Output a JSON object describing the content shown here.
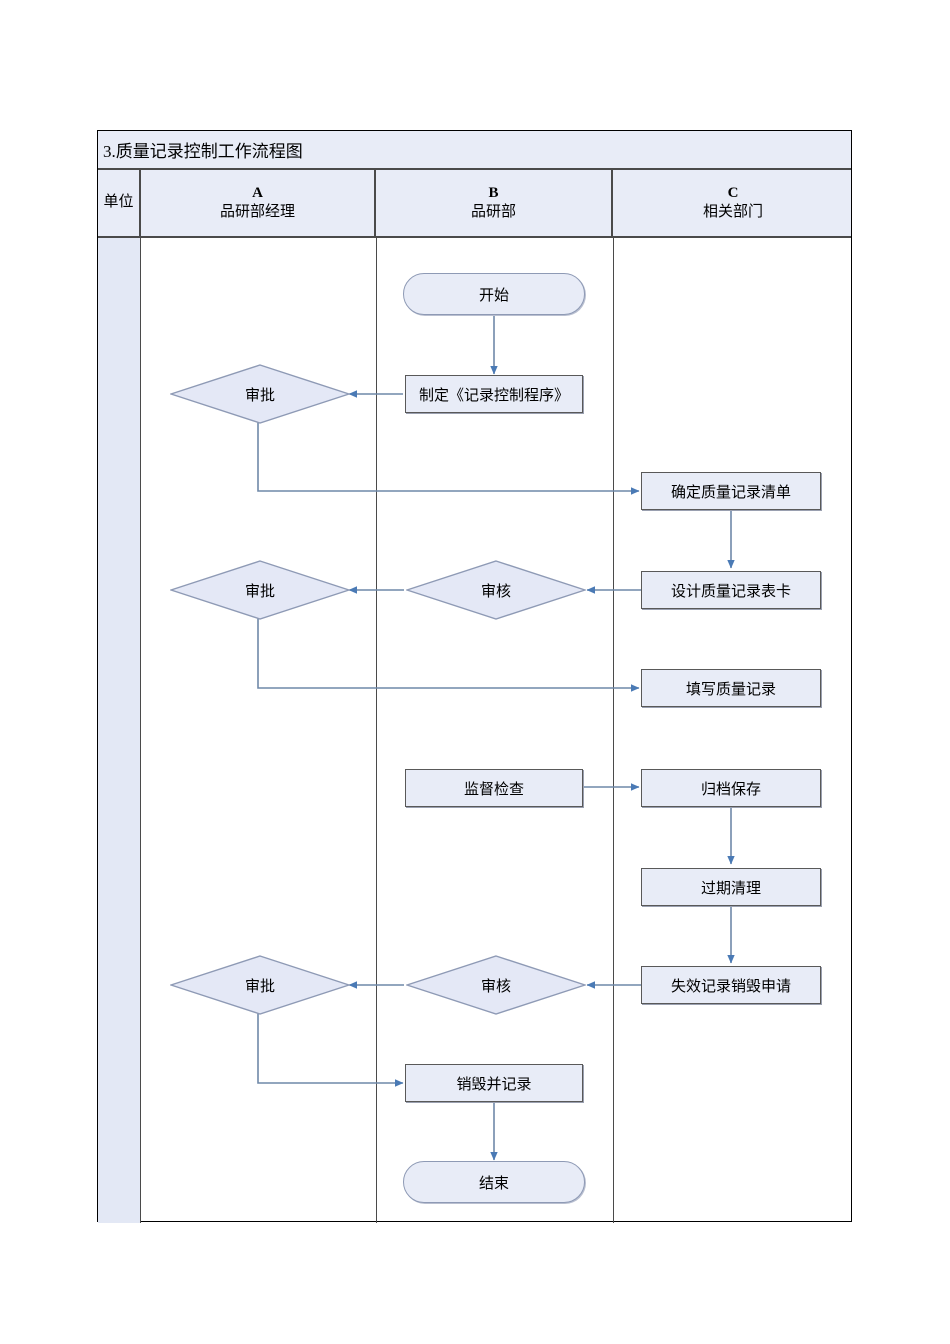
{
  "document": {
    "title": "3.质量记录控制工作流程图"
  },
  "table": {
    "unit_header": "单位",
    "columns": [
      {
        "code": "A",
        "name": "品研部经理"
      },
      {
        "code": "B",
        "name": "品研部"
      },
      {
        "code": "C",
        "name": "相关部门"
      }
    ]
  },
  "colors": {
    "shape_fill": "#e8ecf7",
    "shape_border": "#595959",
    "terminator_border": "#8e9ab5",
    "connector": "#6f88a8",
    "header_fill": "#e8ecf7",
    "unit_fill": "#e3e8f5",
    "table_border": "#4a4a4a"
  },
  "chart_data": {
    "type": "diagram",
    "title": "3.质量记录控制工作流程图",
    "lanes": [
      {
        "id": "A",
        "code": "A",
        "label": "品研部经理"
      },
      {
        "id": "B",
        "code": "B",
        "label": "品研部"
      },
      {
        "id": "C",
        "code": "C",
        "label": "相关部门"
      }
    ],
    "nodes": [
      {
        "id": "n1",
        "lane": "B",
        "shape": "terminator",
        "label": "开始"
      },
      {
        "id": "n2",
        "lane": "B",
        "shape": "process",
        "label": "制定《记录控制程序》"
      },
      {
        "id": "n3",
        "lane": "A",
        "shape": "decision",
        "label": "审批"
      },
      {
        "id": "n4",
        "lane": "C",
        "shape": "process",
        "label": "确定质量记录清单"
      },
      {
        "id": "n5",
        "lane": "C",
        "shape": "process",
        "label": "设计质量记录表卡"
      },
      {
        "id": "n6",
        "lane": "B",
        "shape": "decision",
        "label": "审核"
      },
      {
        "id": "n7",
        "lane": "A",
        "shape": "decision",
        "label": "审批"
      },
      {
        "id": "n8",
        "lane": "C",
        "shape": "process",
        "label": "填写质量记录"
      },
      {
        "id": "n9",
        "lane": "B",
        "shape": "process",
        "label": "监督检查"
      },
      {
        "id": "n10",
        "lane": "C",
        "shape": "process",
        "label": "归档保存"
      },
      {
        "id": "n11",
        "lane": "C",
        "shape": "process",
        "label": "过期清理"
      },
      {
        "id": "n12",
        "lane": "C",
        "shape": "process",
        "label": "失效记录销毁申请"
      },
      {
        "id": "n13",
        "lane": "B",
        "shape": "decision",
        "label": "审核"
      },
      {
        "id": "n14",
        "lane": "A",
        "shape": "decision",
        "label": "审批"
      },
      {
        "id": "n15",
        "lane": "B",
        "shape": "process",
        "label": "销毁并记录"
      },
      {
        "id": "n16",
        "lane": "B",
        "shape": "terminator",
        "label": "结束"
      }
    ],
    "edges": [
      {
        "from": "n1",
        "to": "n2"
      },
      {
        "from": "n2",
        "to": "n3"
      },
      {
        "from": "n3",
        "to": "n4"
      },
      {
        "from": "n4",
        "to": "n5"
      },
      {
        "from": "n5",
        "to": "n6"
      },
      {
        "from": "n6",
        "to": "n7"
      },
      {
        "from": "n7",
        "to": "n8"
      },
      {
        "from": "n9",
        "to": "n10"
      },
      {
        "from": "n10",
        "to": "n11"
      },
      {
        "from": "n11",
        "to": "n12"
      },
      {
        "from": "n12",
        "to": "n13"
      },
      {
        "from": "n13",
        "to": "n14"
      },
      {
        "from": "n14",
        "to": "n15"
      },
      {
        "from": "n15",
        "to": "n16"
      }
    ]
  },
  "nodes": {
    "n1": "开始",
    "n2": "制定《记录控制程序》",
    "n3": "审批",
    "n4": "确定质量记录清单",
    "n5": "设计质量记录表卡",
    "n6": "审核",
    "n7": "审批",
    "n8": "填写质量记录",
    "n9": "监督检查",
    "n10": "归档保存",
    "n11": "过期清理",
    "n12": "失效记录销毁申请",
    "n13": "审核",
    "n14": "审批",
    "n15": "销毁并记录",
    "n16": "结束"
  }
}
